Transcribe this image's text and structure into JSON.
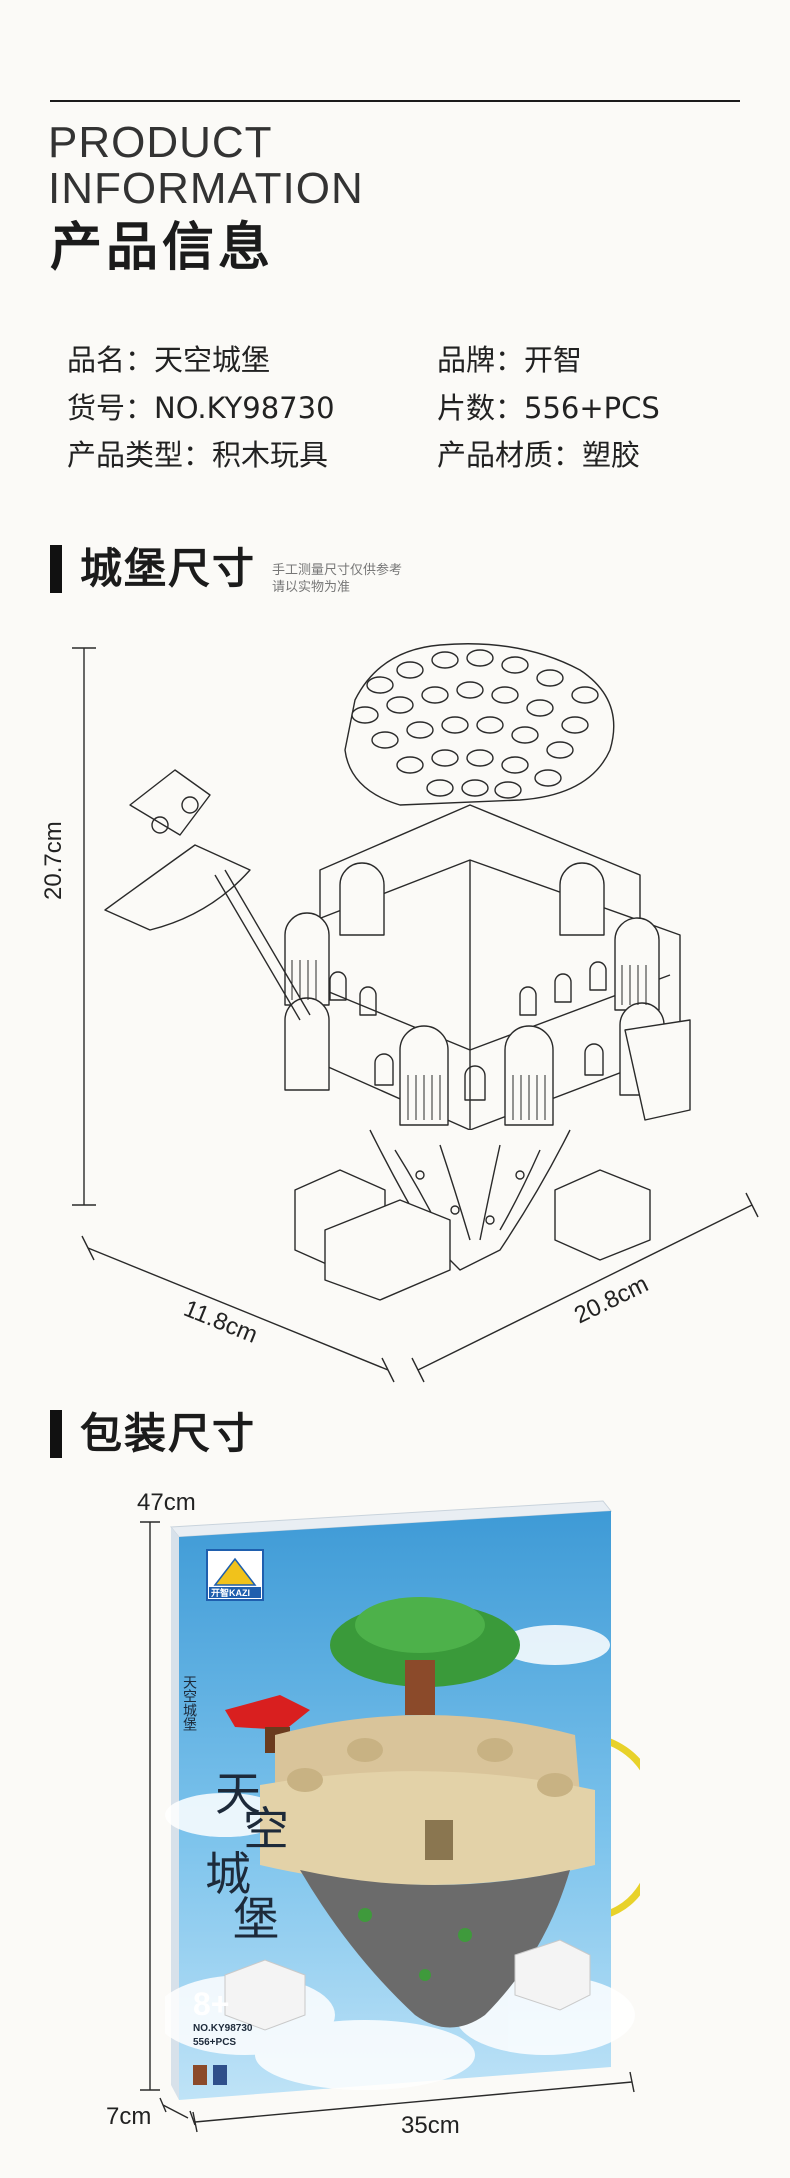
{
  "header": {
    "en_line1": "PRODUCT",
    "en_line2": "INFORMATION",
    "cn_title": "产品信息"
  },
  "info": {
    "name": "品名：天空城堡",
    "brand": "品牌：开智",
    "item_no": "货号：NO.KY98730",
    "pieces": "片数：556+PCS",
    "type": "产品类型：积木玩具",
    "material": "产品材质：塑胶"
  },
  "castle_section": {
    "title": "城堡尺寸",
    "note_line1": "手工测量尺寸仅供参考",
    "note_line2": "请以实物为准",
    "height": "20.7cm",
    "width": "11.8cm",
    "depth": "20.8cm"
  },
  "package_section": {
    "title": "包装尺寸",
    "height": "47cm",
    "thickness": "7cm",
    "width": "35cm"
  },
  "box": {
    "brand": "开智KAZI",
    "title_chars": "天空城堡",
    "age": "8+",
    "item_no": "NO.KY98730",
    "pieces": "556+PCS"
  },
  "colors": {
    "sky": "#4aa6dc",
    "brand_blue": "#1f5fae",
    "tree_green": "#3a9a3a",
    "castle_beige": "#d9c49a",
    "rock_grey": "#6b6b6b",
    "handle_yellow": "#e8d22a"
  }
}
